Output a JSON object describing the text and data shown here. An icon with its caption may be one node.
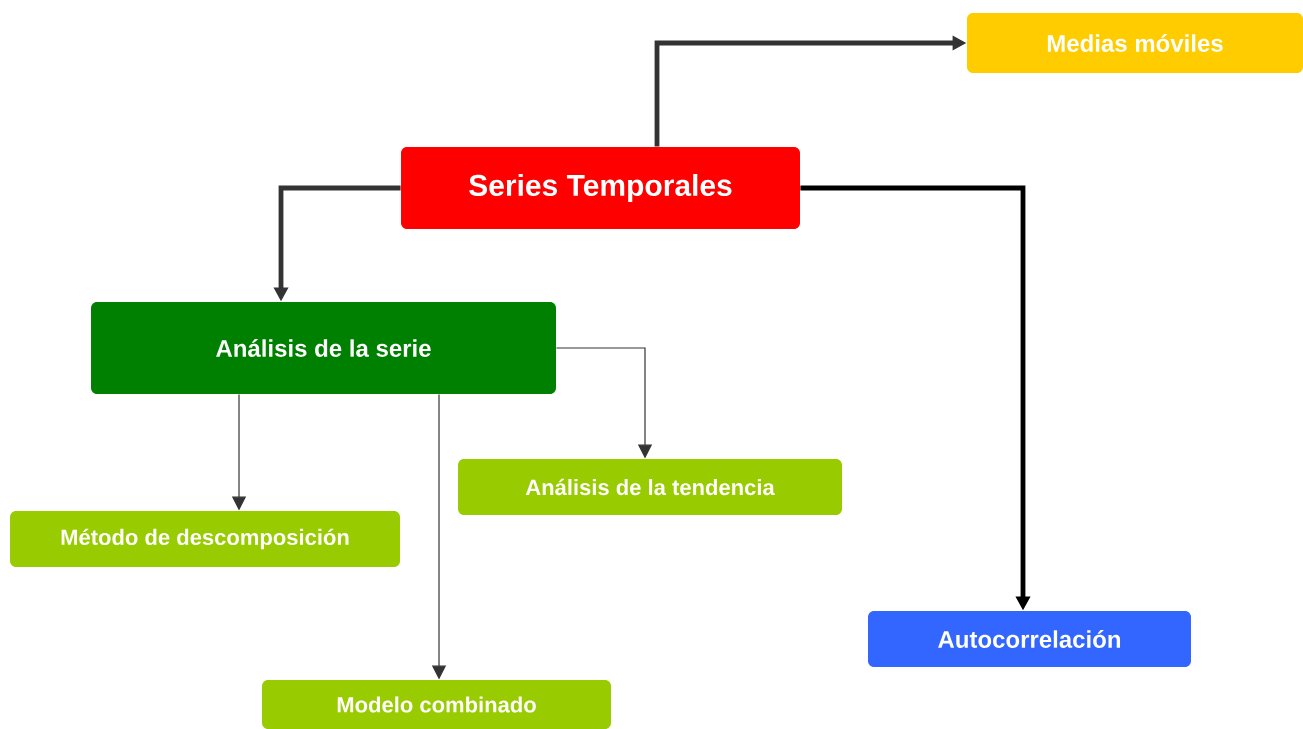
{
  "diagram": {
    "nodes": [
      {
        "text": [
          "Series Temporales"
        ]
      },
      {
        "text": [
          "Medias móviles"
        ]
      },
      {
        "text": [
          "Análisis de la serie"
        ]
      },
      {
        "text": [
          "Método de descomposición"
        ]
      },
      {
        "text": [
          "Análisis de la tendencia"
        ]
      },
      {
        "text": [
          "Modelo combinado"
        ]
      },
      {
        "text": [
          "Autocorrelación"
        ]
      }
    ],
    "edges": [
      {
        "from": 0,
        "to": 1,
        "arrow": "to",
        "style": "thick"
      },
      {
        "from": 0,
        "to": 2,
        "arrow": "to",
        "style": "thick"
      },
      {
        "from": 0,
        "to": 6,
        "arrow": "to",
        "style": "thick",
        "color": "#000000"
      },
      {
        "from": 2,
        "to": 3,
        "arrow": "to"
      },
      {
        "from": 2,
        "to": 4,
        "arrow": "to"
      },
      {
        "from": 2,
        "to": 5,
        "arrow": "to"
      }
    ]
  }
}
